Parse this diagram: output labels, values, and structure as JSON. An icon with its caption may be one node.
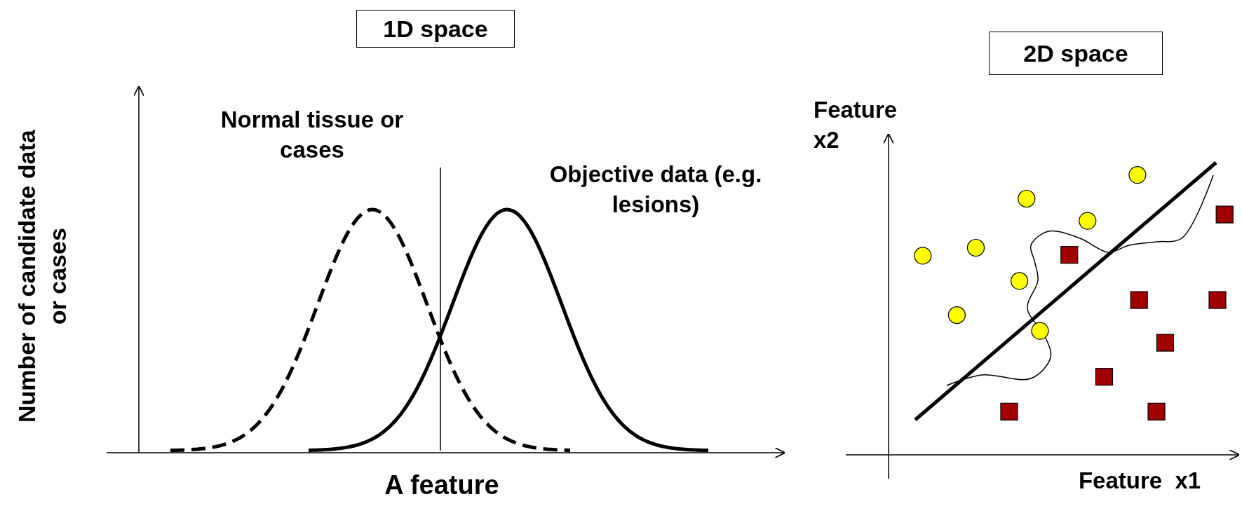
{
  "diagram": {
    "nodes": [
      {
        "text": [
          "1D space"
        ]
      },
      {
        "text": [
          "2D space"
        ]
      }
    ],
    "labels": [
      "Number of candidate data or cases",
      "Normal tissue or cases",
      "Objective data (e.g. lesions)",
      "A feature",
      "Feature x2",
      "Feature  x1"
    ]
  }
}
